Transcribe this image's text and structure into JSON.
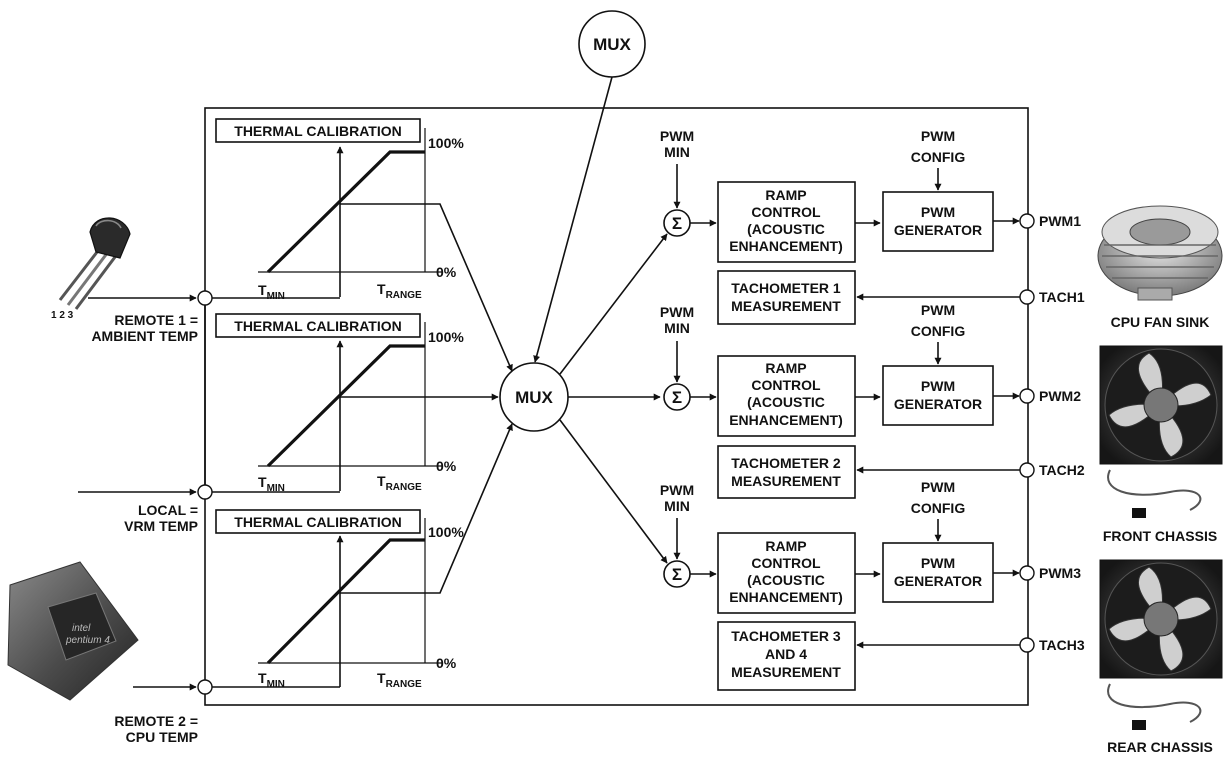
{
  "mux_top": "MUX",
  "mux_center": "MUX",
  "thermal_calibration": [
    "THERMAL CALIBRATION",
    "THERMAL CALIBRATION",
    "THERMAL CALIBRATION"
  ],
  "curve": {
    "high": "100%",
    "low": "0%",
    "tmin": "T",
    "tmin_sub": "MIN",
    "trange": "T",
    "trange_sub": "RANGE"
  },
  "inputs": [
    {
      "line1": "REMOTE 1 =",
      "line2": "AMBIENT TEMP"
    },
    {
      "line1": "LOCAL =",
      "line2": "VRM TEMP"
    },
    {
      "line1": "REMOTE 2 =",
      "line2": "CPU TEMP"
    }
  ],
  "pwm_min": {
    "line1": "PWM",
    "line2": "MIN"
  },
  "pwm_config": {
    "line1": "PWM",
    "line2": "CONFIG"
  },
  "sigma": "Σ",
  "ramp_control": [
    "RAMP",
    "CONTROL",
    "(ACOUSTIC",
    "ENHANCEMENT)"
  ],
  "pwm_generator": {
    "line1": "PWM",
    "line2": "GENERATOR"
  },
  "tachometers": [
    [
      "TACHOMETER 1",
      "MEASUREMENT"
    ],
    [
      "TACHOMETER 2",
      "MEASUREMENT"
    ],
    [
      "TACHOMETER 3",
      "AND 4",
      "MEASUREMENT"
    ]
  ],
  "pwm_pins": [
    "PWM1",
    "PWM2",
    "PWM3"
  ],
  "tach_pins": [
    "TACH1",
    "TACH2",
    "TACH3"
  ],
  "fans": [
    "CPU FAN SINK",
    "FRONT CHASSIS",
    "REAR CHASSIS"
  ],
  "thermistor_pins": "1 2 3",
  "chip_marking": {
    "line1": "intel",
    "line2": "pentium 4"
  }
}
